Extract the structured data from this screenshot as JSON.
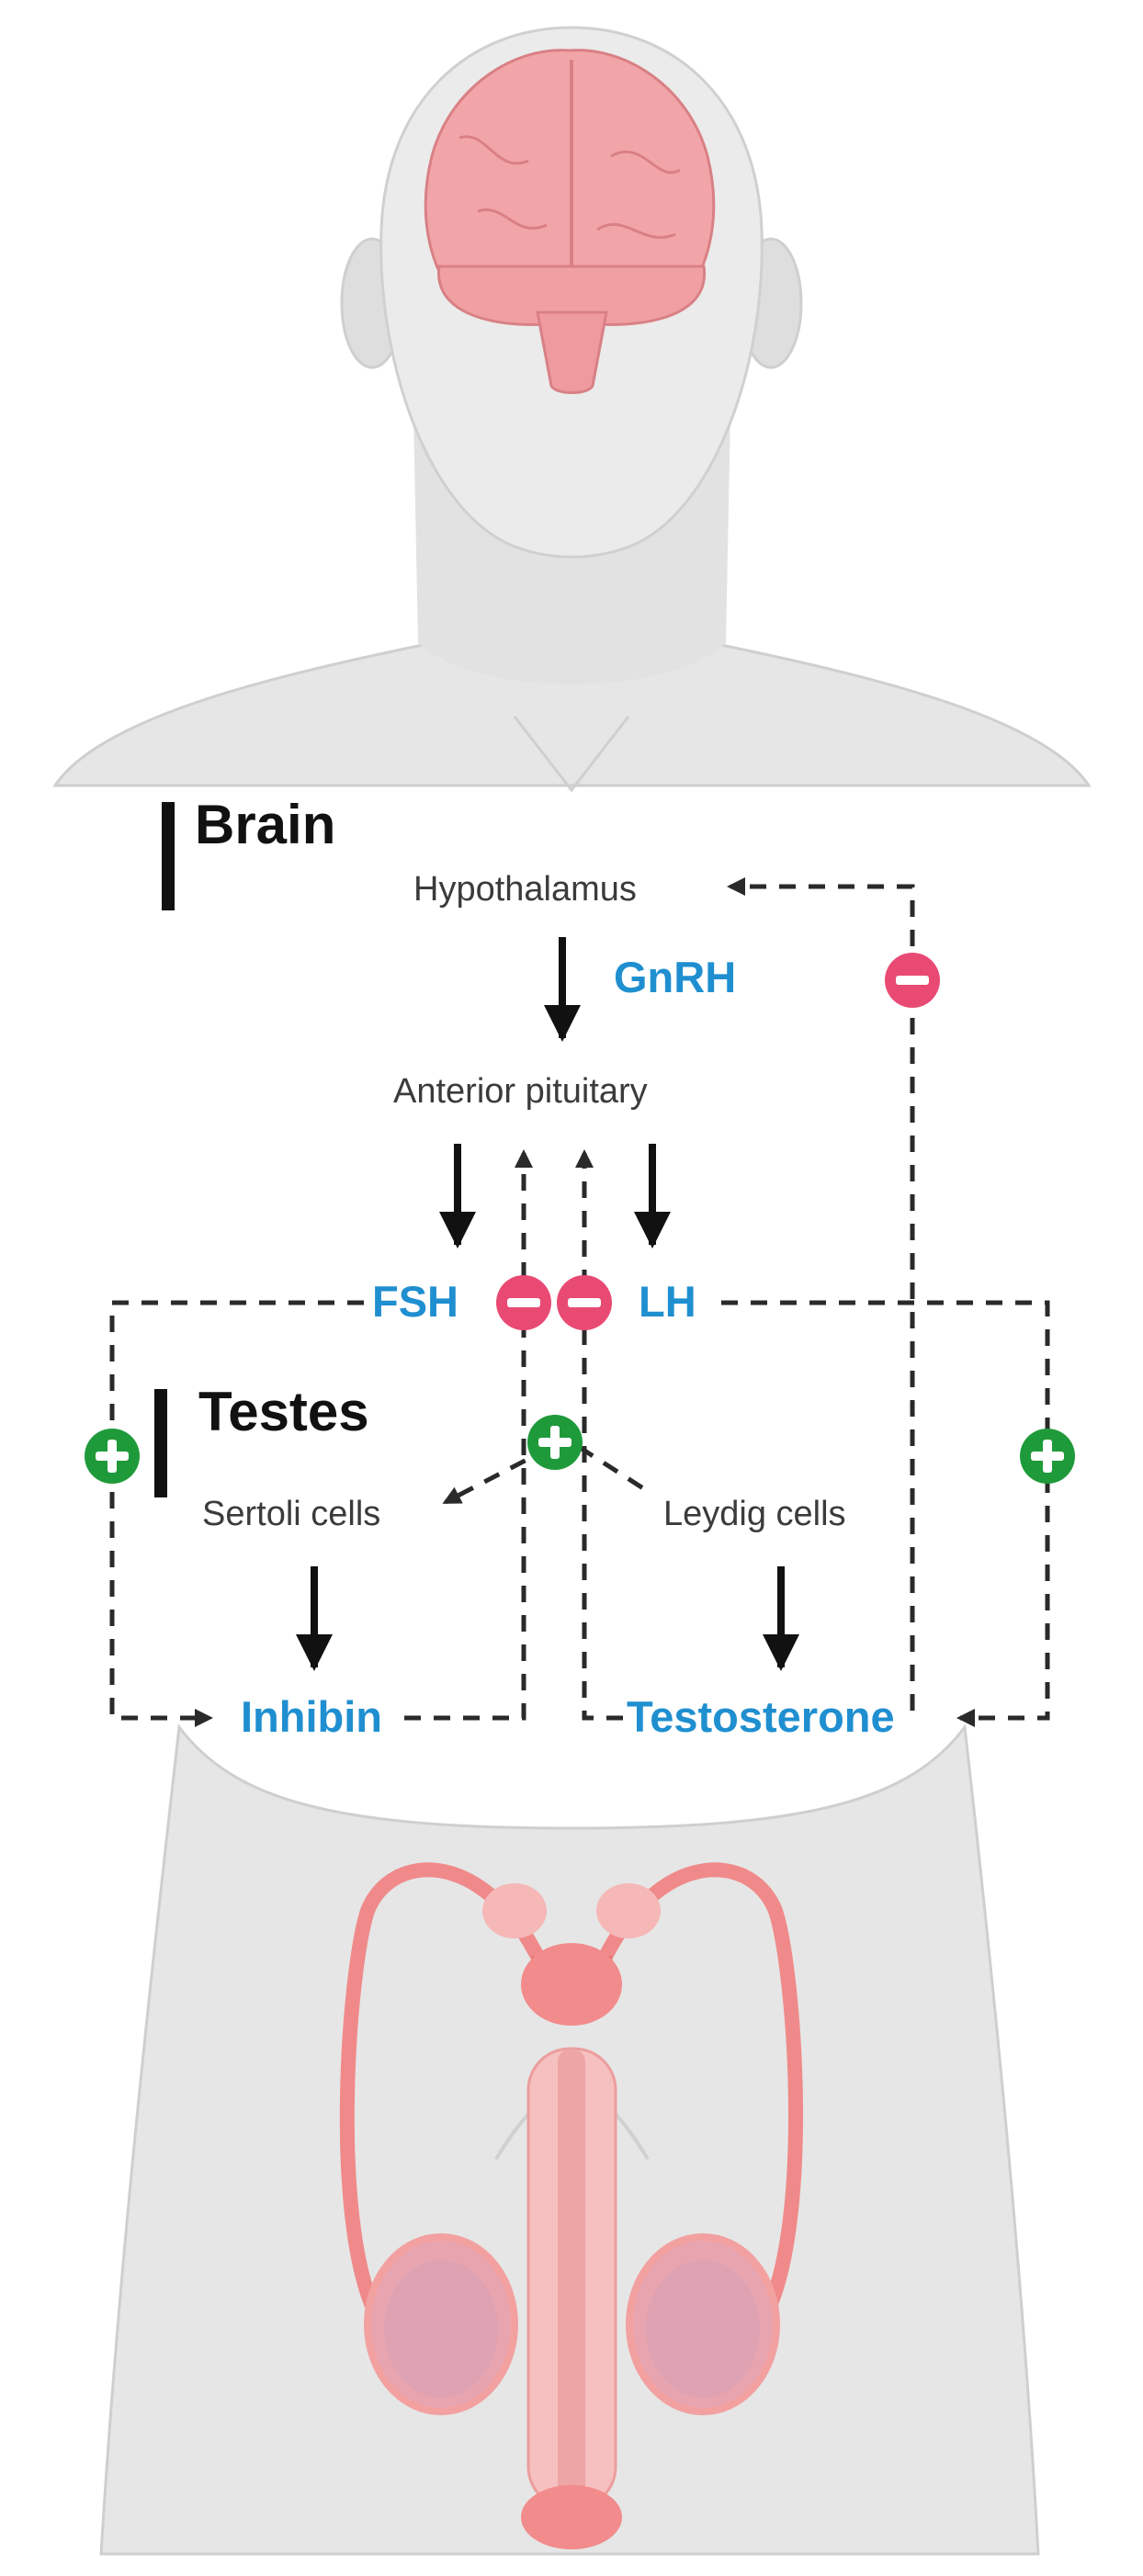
{
  "sections": {
    "brain": "Brain",
    "testes": "Testes"
  },
  "labels": {
    "hypothalamus": "Hypothalamus",
    "gnrh": "GnRH",
    "anterior_pituitary": "Anterior pituitary",
    "fsh": "FSH",
    "lh": "LH",
    "sertoli_cells": "Sertoli cells",
    "leydig_cells": "Leydig cells",
    "inhibin": "Inhibin",
    "testosterone": "Testosterone"
  },
  "colors": {
    "hormone_text": "#1f8fd0",
    "inhibition": "#e84a73",
    "stimulation": "#1f9a3a",
    "body": "#e3e3e3",
    "organ": "#f08a8a"
  },
  "signs": {
    "inhibition_icon": "minus-circle-icon",
    "stimulation_icon": "plus-circle-icon"
  }
}
